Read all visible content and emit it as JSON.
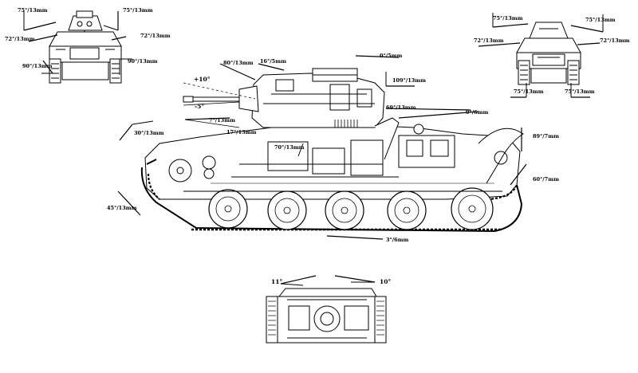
{
  "labels": {
    "front_top_left": "75°/13mm",
    "front_top_right": "75°/13mm",
    "front_mid_left": "72°/13mm",
    "front_mid_right": "72°/13mm",
    "front_low_left": "90°/13mm",
    "front_low_right": "90°/13mm",
    "rear_top_left": "75°/13mm",
    "rear_top_right": "75°/13mm",
    "rear_mid_left": "72°/13mm",
    "rear_mid_right": "72°/13mm",
    "rear_low_left": "75°/13mm",
    "rear_low_right": "75°/13mm",
    "turret_roof": "80°/13mm",
    "cupola": "16°/5mm",
    "turret_top_right": "0°/5mm",
    "turret_rear": "109°/13mm",
    "gun_elev": "+10°",
    "gun_depr": "-5°",
    "mantlet": "7°/13mm",
    "glacis_upper": "17°/13mm",
    "glacis_side": "30°/13mm",
    "hull_side": "70°/13mm",
    "engine_deck_a": "69°/13mm",
    "engine_deck_b": "9°/6mm",
    "rear_plate_upper": "89°/7mm",
    "rear_plate_lower": "60°/7mm",
    "lower_nose": "45°/13mm",
    "belly": "3°/6mm",
    "top_left_angle": "11°",
    "top_right_angle": "10°"
  }
}
